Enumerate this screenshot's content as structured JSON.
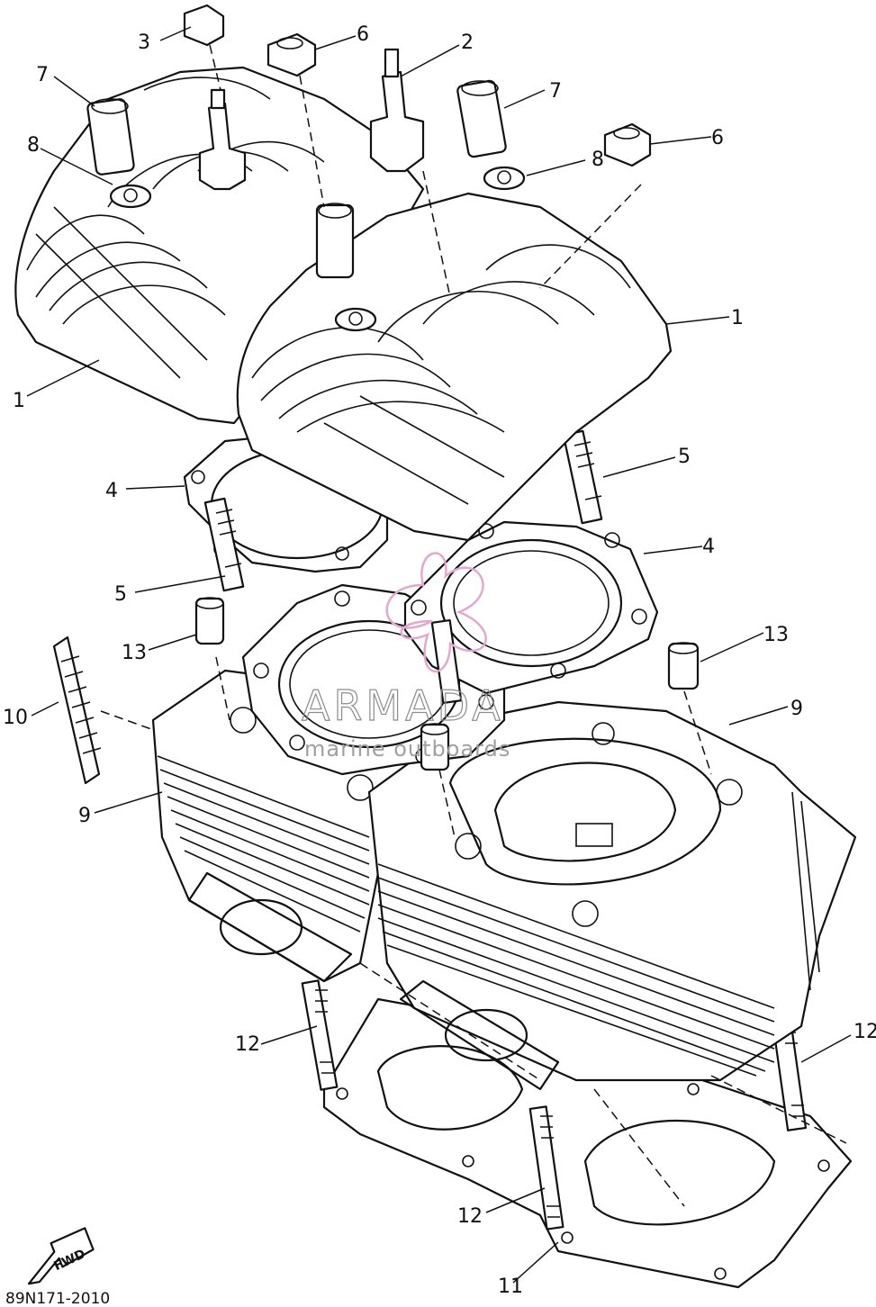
{
  "callouts": {
    "c1a": "1",
    "c1b": "1",
    "c2": "2",
    "c3": "3",
    "c4a": "4",
    "c4b": "4",
    "c5a": "5",
    "c5b": "5",
    "c6a": "6",
    "c6b": "6",
    "c7a": "7",
    "c7b": "7",
    "c8a": "8",
    "c8b": "8",
    "c9a": "9",
    "c9b": "9",
    "c10": "10",
    "c11": "11",
    "c12a": "12",
    "c12b": "12",
    "c12c": "12",
    "c13a": "13",
    "c13b": "13"
  },
  "fwd_label": "FWD",
  "diagram_code": "89N171-2010",
  "watermark": {
    "brand": "ARMADA",
    "tagline": "marine outboards",
    "logo_color": "#e4a7cf"
  }
}
